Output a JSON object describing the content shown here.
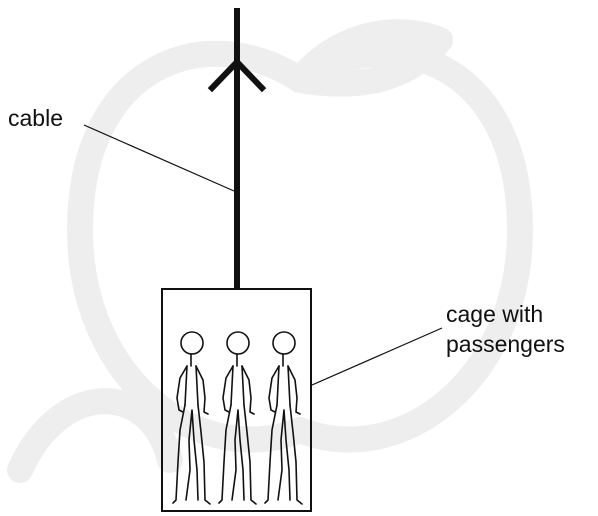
{
  "labels": {
    "cable": "cable",
    "cage_line1": "cage with",
    "cage_line2": "passengers"
  },
  "colors": {
    "ink": "#111111",
    "watermark": "#eeeeee"
  }
}
